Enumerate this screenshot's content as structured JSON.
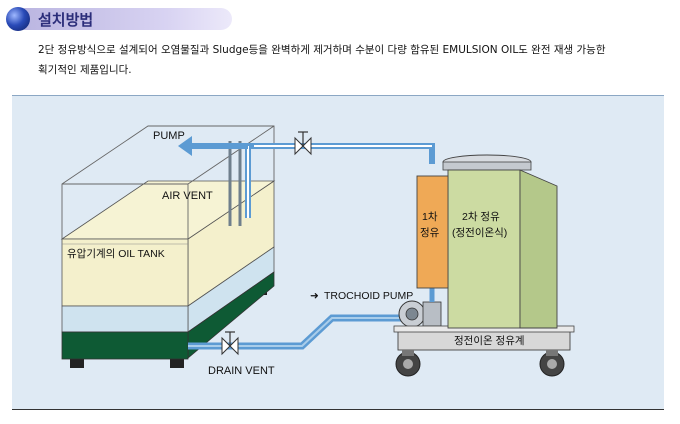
{
  "header": {
    "title": "설치방법",
    "description_line1": "2단 정유방식으로 설계되어 오염물질과 Sludge등을 완벽하게 제거하며 수분이 다량 함유된 EMULSION OIL도 완전 재생 가능한",
    "description_line2": "획기적인 제품입니다."
  },
  "diagram": {
    "labels": {
      "pump": "PUMP",
      "air_vent": "AIR VENT",
      "oil_tank": "유압기계의 OIL TANK",
      "trochoid_pump": "TROCHOID PUMP",
      "drain_vent": "DRAIN VENT",
      "stage1_line1": "1차",
      "stage1_line2": "정유",
      "stage2_line1": "2차 정유",
      "stage2_line2": "(정전이온식)",
      "purifier": "정전이온 정유계"
    },
    "colors": {
      "panel": "#dfeaf4",
      "tank_oil": "#f4f0cc",
      "tank_water": "#cfe3ef",
      "tank_sludge": "#0e5a34",
      "pipe": "#5c9bd3",
      "stage1": "#efa956",
      "stage2": "#ccdba2",
      "cart": "#d8d8d8"
    }
  }
}
